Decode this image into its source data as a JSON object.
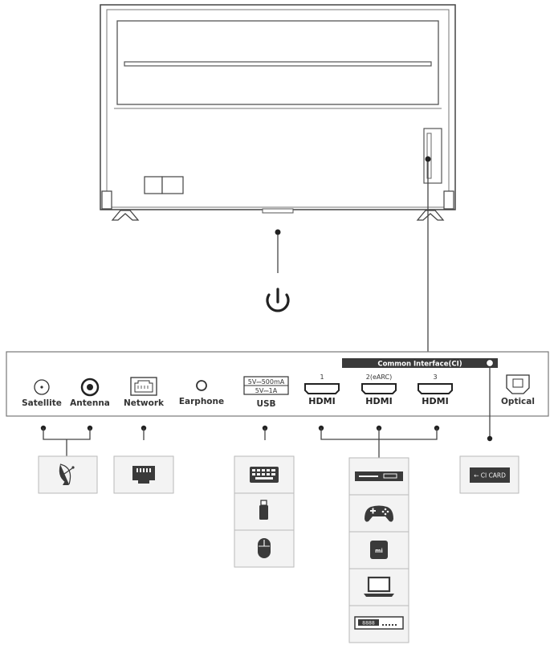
{
  "ports": {
    "satellite": "Satellite",
    "antenna": "Antenna",
    "network": "Network",
    "earphone": "Earphone",
    "usb": "USB",
    "usb_rating_top": "5V⎓500mA",
    "usb_rating_bottom": "5V⎓1A",
    "hdmi_logo": "HDMI",
    "hdmi_1": "1",
    "hdmi_2": "2(eARC)",
    "hdmi_3": "3",
    "optical": "Optical"
  },
  "common_interface": "Common Interface(CI)",
  "ci_card": "← CI CARD",
  "device_panel_icons": {
    "sat": "satellite-dish-icon",
    "net": "ethernet-jack-icon",
    "usb": [
      "keyboard-icon",
      "usb-stick-icon",
      "mouse-icon"
    ],
    "hdmi": [
      "set-top-box-icon",
      "gamepad-icon",
      "mi-box-icon",
      "laptop-icon",
      "dvd-player-icon"
    ]
  },
  "dvd_display": "8888",
  "mi_logo": "mi"
}
